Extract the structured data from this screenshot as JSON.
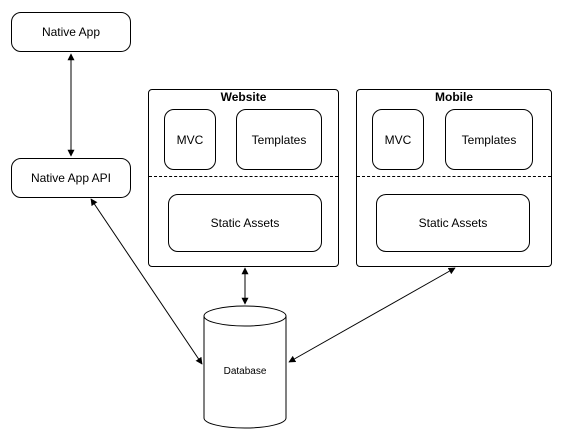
{
  "nodes": {
    "native_app": "Native App",
    "native_app_api": "Native App API",
    "database": "Database"
  },
  "website": {
    "title": "Website",
    "mvc": "MVC",
    "templates": "Templates",
    "static_assets": "Static Assets"
  },
  "mobile": {
    "title": "Mobile",
    "mvc": "MVC",
    "templates": "Templates",
    "static_assets": "Static Assets"
  }
}
